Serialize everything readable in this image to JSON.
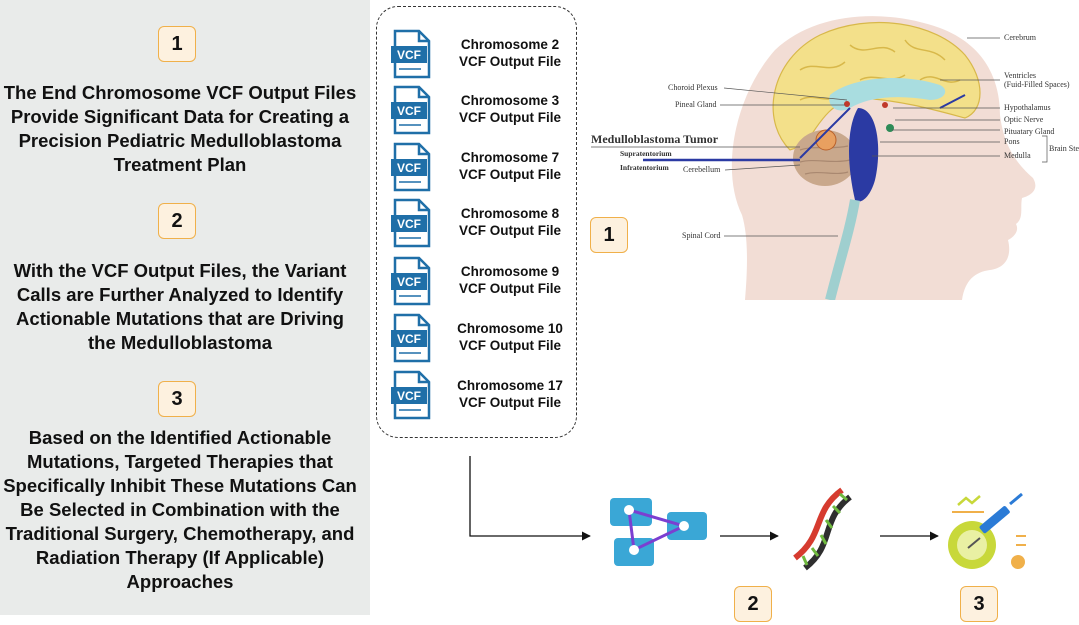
{
  "steps": [
    {
      "number": "1",
      "text": "The End Chromosome VCF Output Files Provide Significant Data for Creating a Precision Pediatric Medulloblastoma Treatment Plan"
    },
    {
      "number": "2",
      "text": "With the VCF Output Files, the Variant Calls are Further Analyzed to Identify Actionable Mutations that are Driving the Medulloblastoma"
    },
    {
      "number": "3",
      "text": "Based on the Identified Actionable Mutations, Targeted Therapies that Specifically Inhibit These Mutations Can Be Selected in Combination with the Traditional Surgery, Chemotherapy, and Radiation Therapy (If Applicable) Approaches"
    }
  ],
  "vcf_icon_text": "VCF",
  "vcf_files": [
    {
      "line1": "Chromosome 2",
      "line2": "VCF Output File"
    },
    {
      "line1": "Chromosome 3",
      "line2": "VCF Output File"
    },
    {
      "line1": "Chromosome 7",
      "line2": "VCF Output File"
    },
    {
      "line1": "Chromosome 8",
      "line2": "VCF Output File"
    },
    {
      "line1": "Chromosome 9",
      "line2": "VCF Output File"
    },
    {
      "line1": "Chromosome 10",
      "line2": "VCF Output File"
    },
    {
      "line1": "Chromosome 17",
      "line2": "VCF Output File"
    }
  ],
  "anatomy": {
    "tumor_label": "Medulloblastoma Tumor",
    "labels_left": {
      "choroid": "Choroid Plexus",
      "pineal": "Pineal Gland",
      "supra": "Supratentorium",
      "infra": "Infratentorium",
      "cerebellum": "Cerebellum",
      "spinal": "Spinal Cord"
    },
    "labels_right": {
      "cerebrum": "Cerebrum",
      "ventricles": "Ventricles",
      "ventricles_sub": "(Fuid-Filled Spaces)",
      "hypothalamus": "Hypothalamus",
      "optic": "Optic Nerve",
      "pituitary": "Pituatary Gland",
      "pons": "Pons",
      "medulla": "Medulla",
      "brainstem": "Brain Stem"
    }
  },
  "flow_badges": [
    "1",
    "2",
    "3"
  ],
  "colors": {
    "badge_fill": "#fdf1df",
    "badge_border": "#f0b04a",
    "vcf_icon": "#1f6fa8",
    "panel": "#e9ebea",
    "cerebrum": "#f3e08a",
    "cerebellum": "#c9a88c",
    "brainstem_blue": "#2b3aa3"
  }
}
